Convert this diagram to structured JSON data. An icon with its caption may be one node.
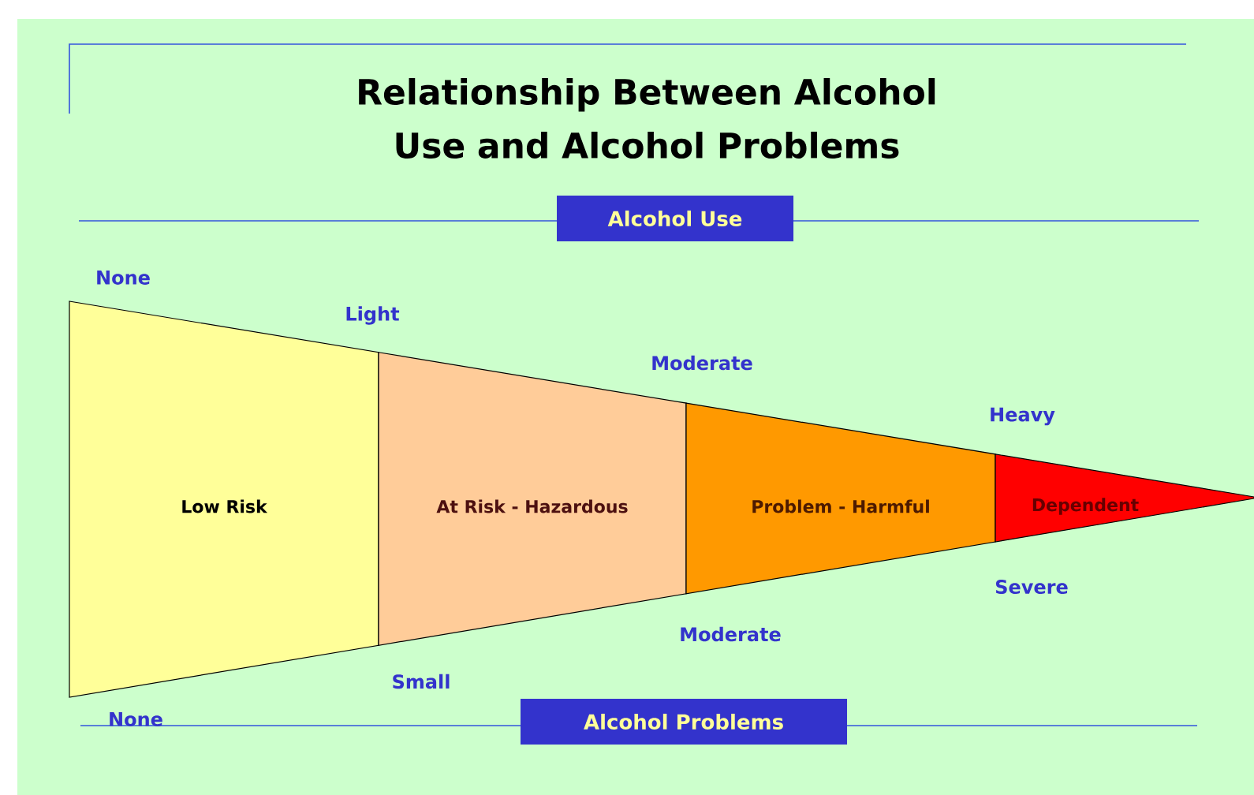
{
  "diagram": {
    "title": "Relationship Between Alcohol Use and Alcohol Problems",
    "nodes": [
      {
        "text": [
          "Alcohol Use"
        ]
      },
      {
        "text": [
          "Low Risk"
        ]
      },
      {
        "text": [
          "At Risk - Hazardous"
        ]
      },
      {
        "text": [
          "Problem - Harmful"
        ]
      },
      {
        "text": [
          "Dependent"
        ]
      },
      {
        "text": [
          "Alcohol Problems"
        ]
      }
    ],
    "labels": [
      "None",
      "Light",
      "Moderate",
      "Heavy",
      "Severe",
      "Moderate",
      "Small",
      "None"
    ]
  }
}
